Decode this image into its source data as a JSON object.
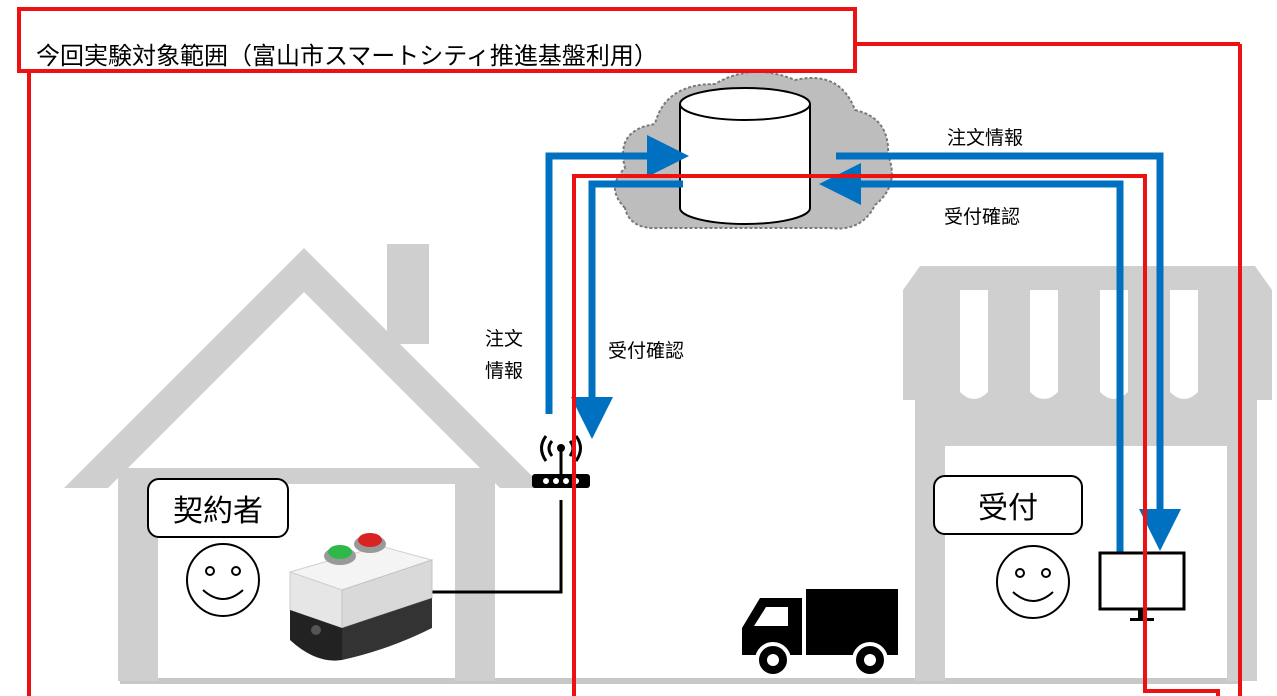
{
  "scope": {
    "title": "今回実験対象範囲（富山市スマートシティ推進基盤利用）"
  },
  "labels": {
    "order_info_right": "注文情報",
    "receipt_confirm_right": "受付確認",
    "order_info_left_1": "注文",
    "order_info_left_2": "情報",
    "receipt_confirm_left": "受付確認"
  },
  "house": {
    "label": "契約者"
  },
  "store": {
    "label": "受付"
  },
  "colors": {
    "scope_border": "#ee1111",
    "arrow": "#0070c0",
    "building": "#cfcfcf",
    "cloud": "#bdbdbd"
  },
  "icons": [
    "cloud-icon",
    "database-icon",
    "router-icon",
    "push-button-box-icon",
    "smiley-face-icon",
    "monitor-icon",
    "truck-icon",
    "house-icon",
    "store-icon"
  ]
}
